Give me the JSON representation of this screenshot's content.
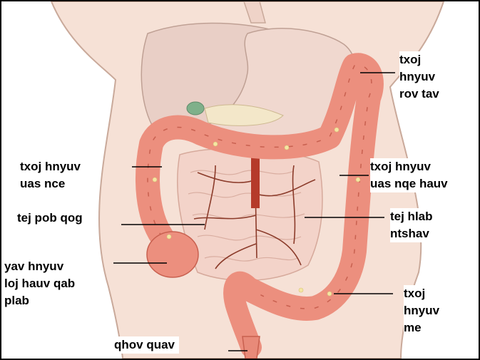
{
  "colors": {
    "skin": "#f6e1d6",
    "skin_outline": "#c9a99a",
    "liver": "#e9cfc6",
    "stomach": "#f0d8cf",
    "colon": "#ec8f7e",
    "colon_dark": "#c8604f",
    "small_intestine": "#f3d3c9",
    "vessel": "#8b3b2a",
    "fat": "#f5e6a3",
    "gallbladder": "#7fb08a",
    "leader": "#000000"
  },
  "labels": {
    "transverse_colon": "txoj\nhnyuv\nrov tav",
    "ascending_colon": "txoj hnyuv\nuas nce",
    "descending_colon": "txoj hnyuv\nuas nqe hauv",
    "small_intestine": "tej pob qog",
    "mesenteric_vessels": "tej hlab\nntshav",
    "cecum": "yav hnyuv\nloj hauv qab\nplab",
    "sigmoid_colon": "txoj\nhnyuv\nme",
    "rectum": "qhov quav"
  }
}
